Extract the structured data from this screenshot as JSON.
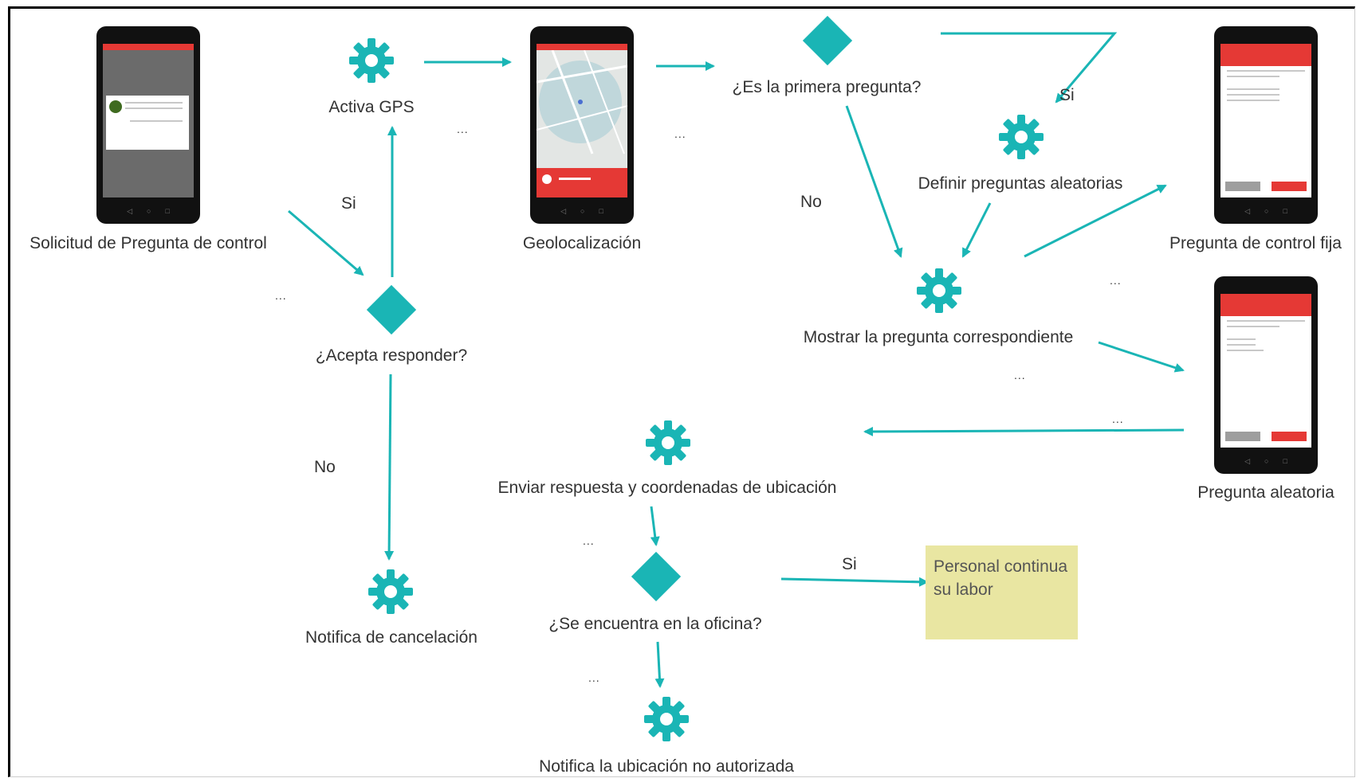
{
  "nodes": {
    "solicitud": "Solicitud de Pregunta de control",
    "activa_gps": "Activa GPS",
    "geolocalizacion": "Geolocalización",
    "primera_pregunta": "¿Es la primera pregunta?",
    "definir_aleatorias": "Definir preguntas  aleatorias",
    "pregunta_fija": "Pregunta de control fija",
    "mostrar_pregunta": "Mostrar la pregunta correspondiente",
    "pregunta_aleatoria": "Pregunta aleatoria",
    "acepta_responder": "¿Acepta responder?",
    "enviar_respuesta": "Enviar respuesta y coordenadas de ubicación",
    "notifica_cancelacion": "Notifica de cancelación",
    "se_encuentra": "¿Se encuentra en la oficina?",
    "notifica_ubicacion": "Notifica la ubicación no autorizada",
    "personal_continua": "Personal continua su labor"
  },
  "edge_labels": {
    "si_gps": "Si",
    "no_cancel": "No",
    "si_definir": "Si",
    "no_mostrar": "No",
    "si_oficina": "Si"
  },
  "ellipsis": "...",
  "colors": {
    "accent": "#1ab5b5",
    "note": "#e9e6a2",
    "phone_header": "#e53935"
  },
  "icons": {
    "process": "gear-icon",
    "decision": "diamond-icon",
    "screen": "phone-mockup"
  }
}
